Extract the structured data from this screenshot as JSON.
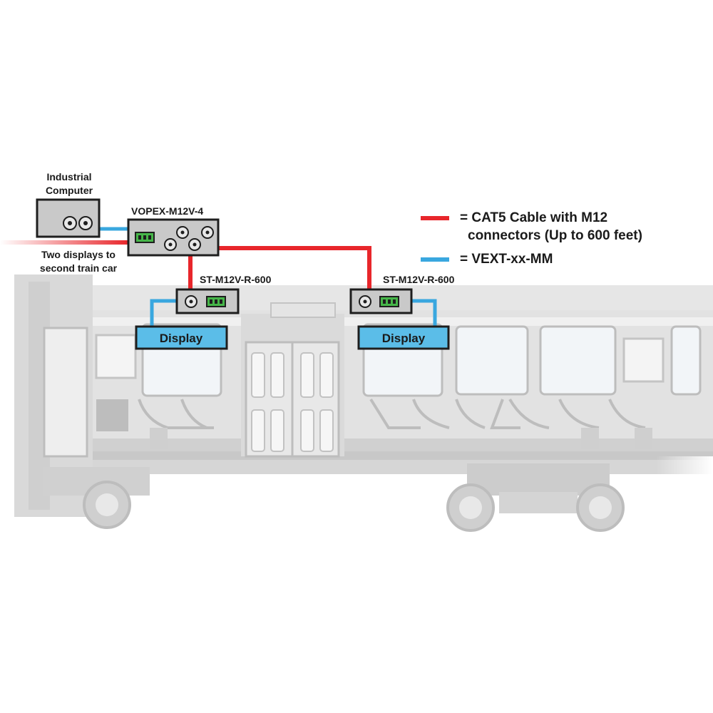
{
  "labels": {
    "computer_line1": "Industrial",
    "computer_line2": "Computer",
    "hub": "VOPEX-M12V-4",
    "receiver_left": "ST-M12V-R-600",
    "receiver_right": "ST-M12V-R-600",
    "display_left": "Display",
    "display_right": "Display",
    "note_line1": "Two displays to",
    "note_line2": "second train car"
  },
  "legend": {
    "red_line1": "= CAT5 Cable with M12",
    "red_line2": "connectors (Up to 600 feet)",
    "blue_line1": "= VEXT-xx-MM"
  },
  "colors": {
    "cat5_cable": "#e8262b",
    "vext_cable": "#39a7df",
    "display_fill": "#5bbde8",
    "device_fill": "#c9c9c9",
    "terminal_green": "#46b649",
    "train_body": "#dcdcdc",
    "train_outline": "#b8b8b8"
  }
}
